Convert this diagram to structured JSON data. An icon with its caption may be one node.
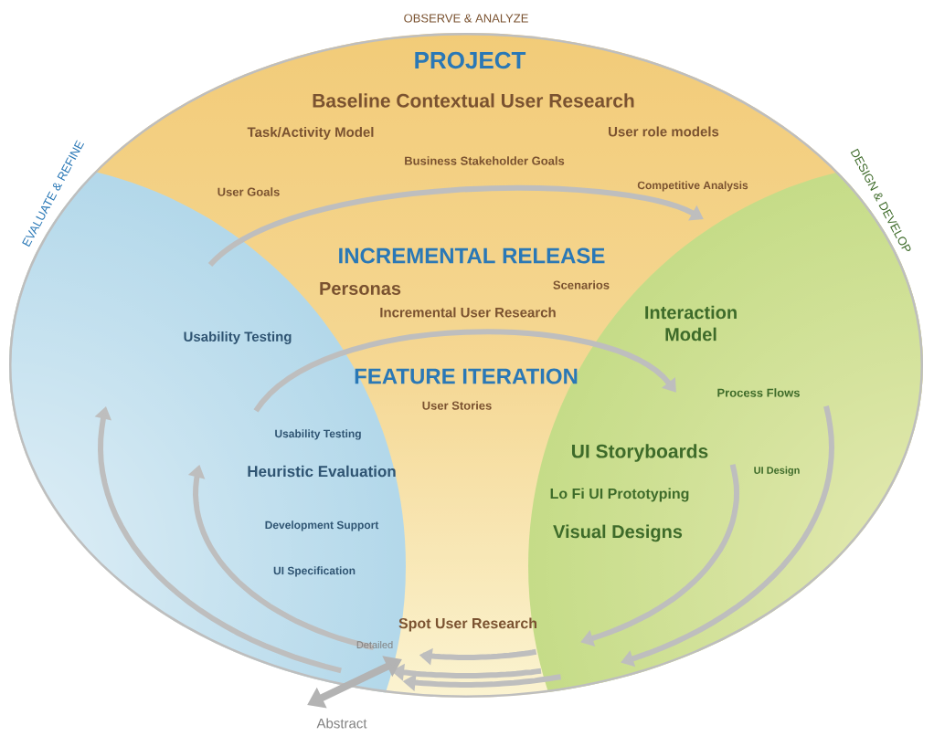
{
  "diagram": {
    "labels": [
      "OBSERVE & ANALYZE",
      "EVALUATE & REFINE",
      "DESIGN & DEVELOP",
      "PROJECT",
      "Baseline Contextual User Research",
      "Task/Activity Model",
      "User role models",
      "Business Stakeholder Goals",
      "User Goals",
      "Competitive Analysis",
      "INCREMENTAL RELEASE",
      "Personas",
      "Scenarios",
      "Incremental User Research",
      "Usability Testing",
      "Interaction Model",
      "FEATURE ITERATION",
      "User Stories",
      "Process Flows",
      "Usability Testing",
      "Heuristic Evaluation",
      "UI Design",
      "UI Storyboards",
      "Lo Fi UI Prototyping",
      "Visual Designs",
      "Development Support",
      "UI Specification",
      "Spot User Research",
      "Detailed",
      "Abstract"
    ]
  }
}
